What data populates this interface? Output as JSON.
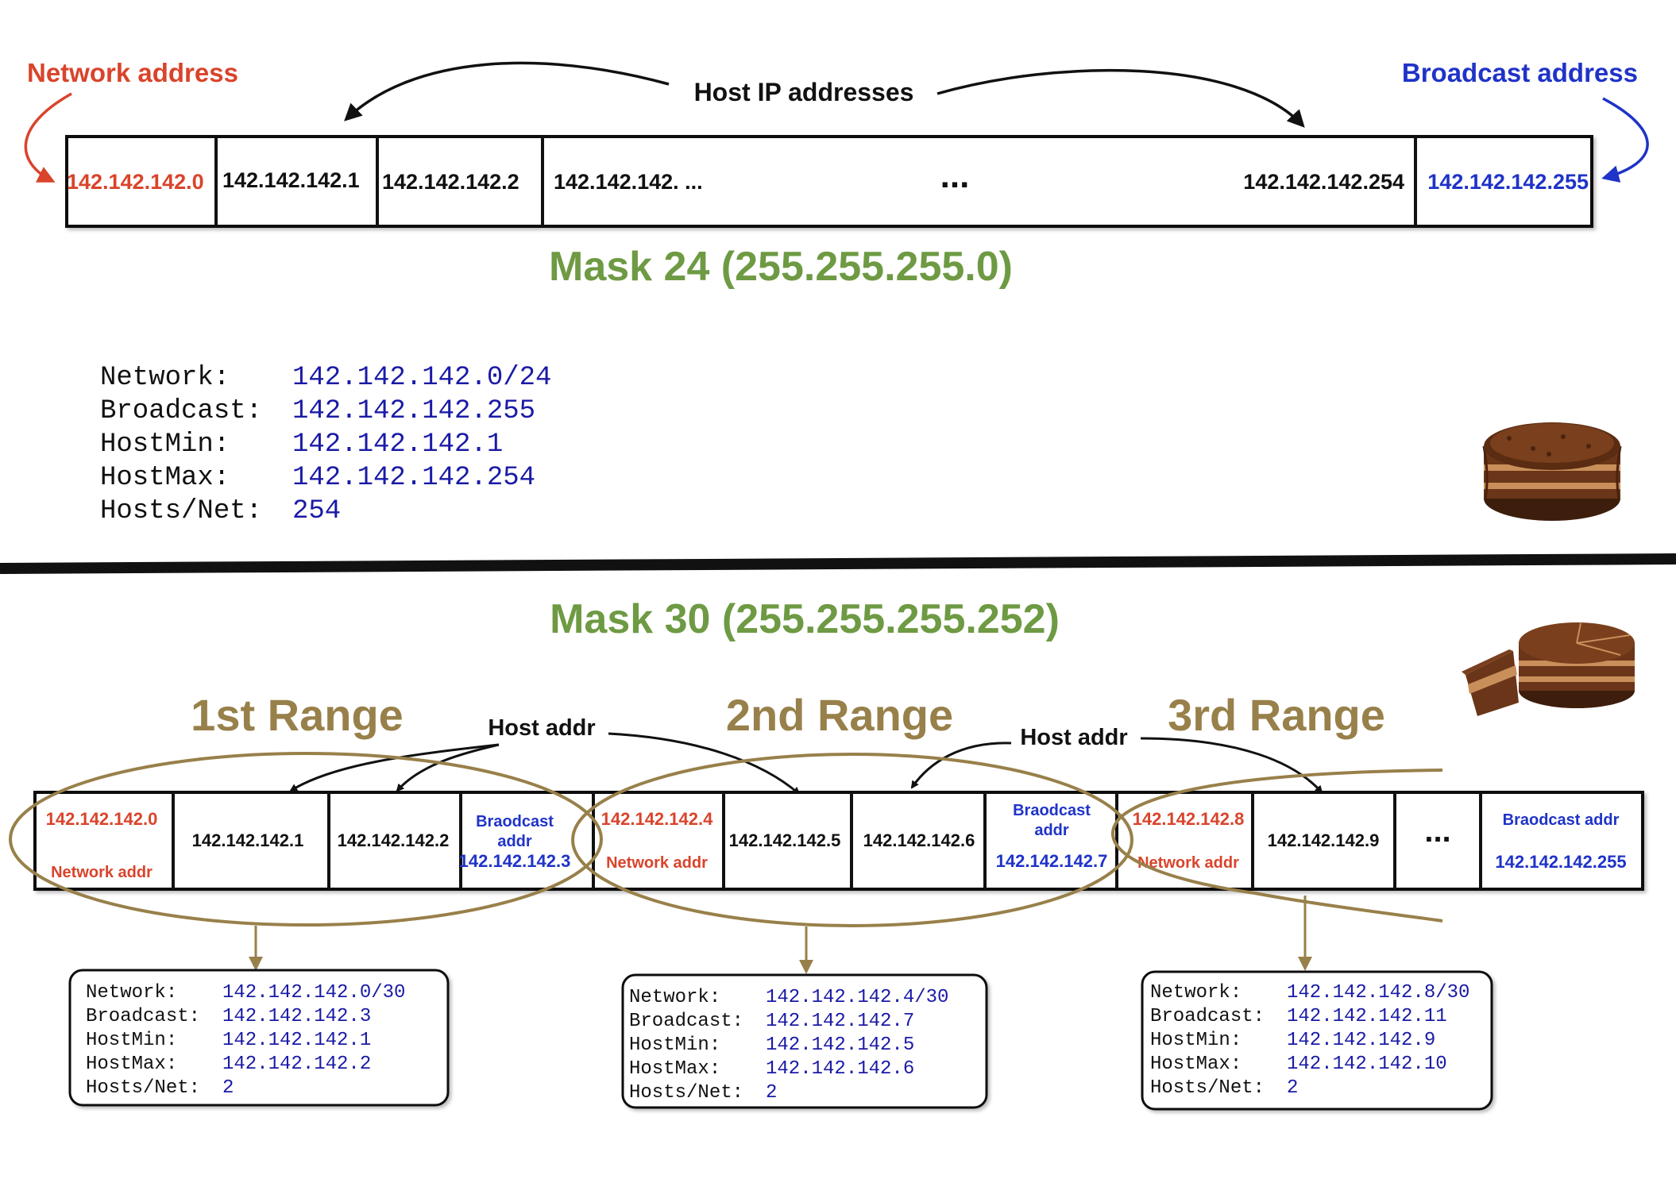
{
  "top": {
    "network_label": "Network address",
    "broadcast_label": "Broadcast address",
    "host_label": "Host IP addresses",
    "cells": [
      "142.142.142.0",
      "142.142.142.1",
      "142.142.142.2",
      "142.142.142. ...",
      "142.142.142.254",
      "142.142.142.255"
    ],
    "ellipsis": "...",
    "mask_title": "Mask 24 (255.255.255.0)",
    "info": {
      "labels": [
        "Network:",
        "Broadcast:",
        "HostMin:",
        "HostMax:",
        "Hosts/Net:"
      ],
      "values": [
        "142.142.142.0/24",
        "142.142.142.255",
        "142.142.142.1",
        "142.142.142.254",
        "254"
      ]
    }
  },
  "bottom": {
    "mask_title": "Mask 30 (255.255.255.252)",
    "ranges": [
      "1st Range",
      "2nd Range",
      "3rd Range"
    ],
    "host_addr": "Host  addr",
    "cells": {
      "c1_ip": "142.142.142.0",
      "c1_sub": "Network addr",
      "c2": "142.142.142.1",
      "c3": "142.142.142.2",
      "c4_line1": "Braodcast",
      "c4_line2": "addr",
      "c4_ip": "142.142.142.3",
      "c5_ip": "142.142.142.4",
      "c5_sub": "Network addr",
      "c6": "142.142.142.5",
      "c7": "142.142.142.6",
      "c8_line1": "Braodcast",
      "c8_line2": "addr",
      "c8_ip": "142.142.142.7",
      "c9_ip": "142.142.142.8",
      "c9_sub": "Network addr",
      "c10": "142.142.142.9",
      "c11": "...",
      "c12_line1": "Braodcast addr",
      "c12_ip": "142.142.142.255"
    },
    "boxes": [
      {
        "labels": [
          "Network:",
          "Broadcast:",
          "HostMin:",
          "HostMax:",
          "Hosts/Net:"
        ],
        "values": [
          "142.142.142.0/30",
          "142.142.142.3",
          "142.142.142.1",
          "142.142.142.2",
          "2"
        ]
      },
      {
        "labels": [
          "Network:",
          "Broadcast:",
          "HostMin:",
          "HostMax:",
          "Hosts/Net:"
        ],
        "values": [
          "142.142.142.4/30",
          "142.142.142.7",
          "142.142.142.5",
          "142.142.142.6",
          "2"
        ]
      },
      {
        "labels": [
          "Network:",
          "Broadcast:",
          "HostMin:",
          "HostMax:",
          "Hosts/Net:"
        ],
        "values": [
          "142.142.142.8/30",
          "142.142.142.11",
          "142.142.142.9",
          "142.142.142.10",
          "2"
        ]
      }
    ]
  },
  "colors": {
    "red": "#d9442b",
    "blue": "#1f33c8",
    "navy": "#1a1aa6",
    "green": "#6e9a43",
    "gold": "#98804a",
    "black": "#111111"
  },
  "icons": [
    "whole-cake-icon",
    "sliced-cake-icon"
  ]
}
